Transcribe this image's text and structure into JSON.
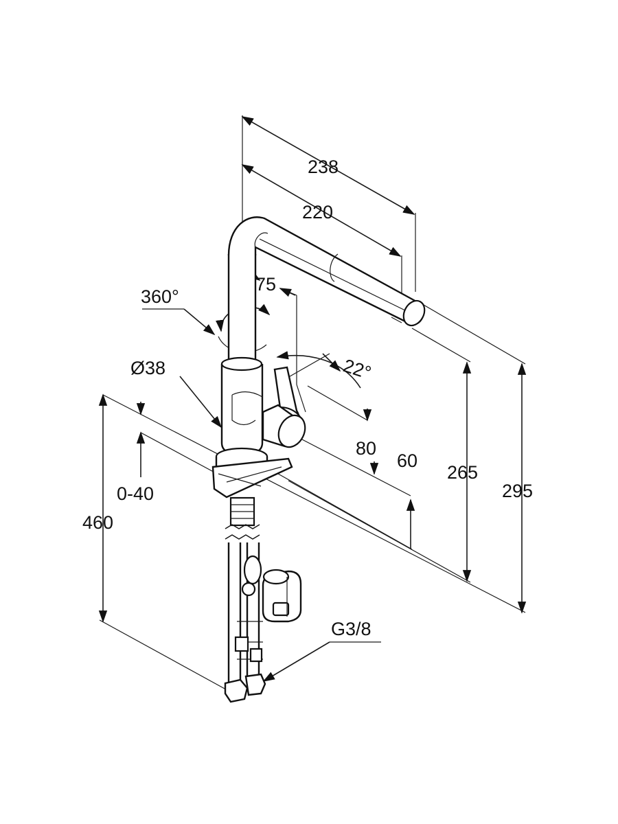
{
  "diagram": {
    "dimensions": {
      "spout_reach_total": "238",
      "spout_reach": "220",
      "swivel": "360°",
      "spout_offset": "75",
      "handle_angle": "22°",
      "body_diameter": "Ø38",
      "handle_depth": "80",
      "height_60": "60",
      "height_265": "265",
      "height_295": "295",
      "deck_thickness": "0-40",
      "hose_length": "460",
      "connection": "G3/8"
    },
    "colors": {
      "line": "#111111",
      "background": "#ffffff"
    }
  }
}
